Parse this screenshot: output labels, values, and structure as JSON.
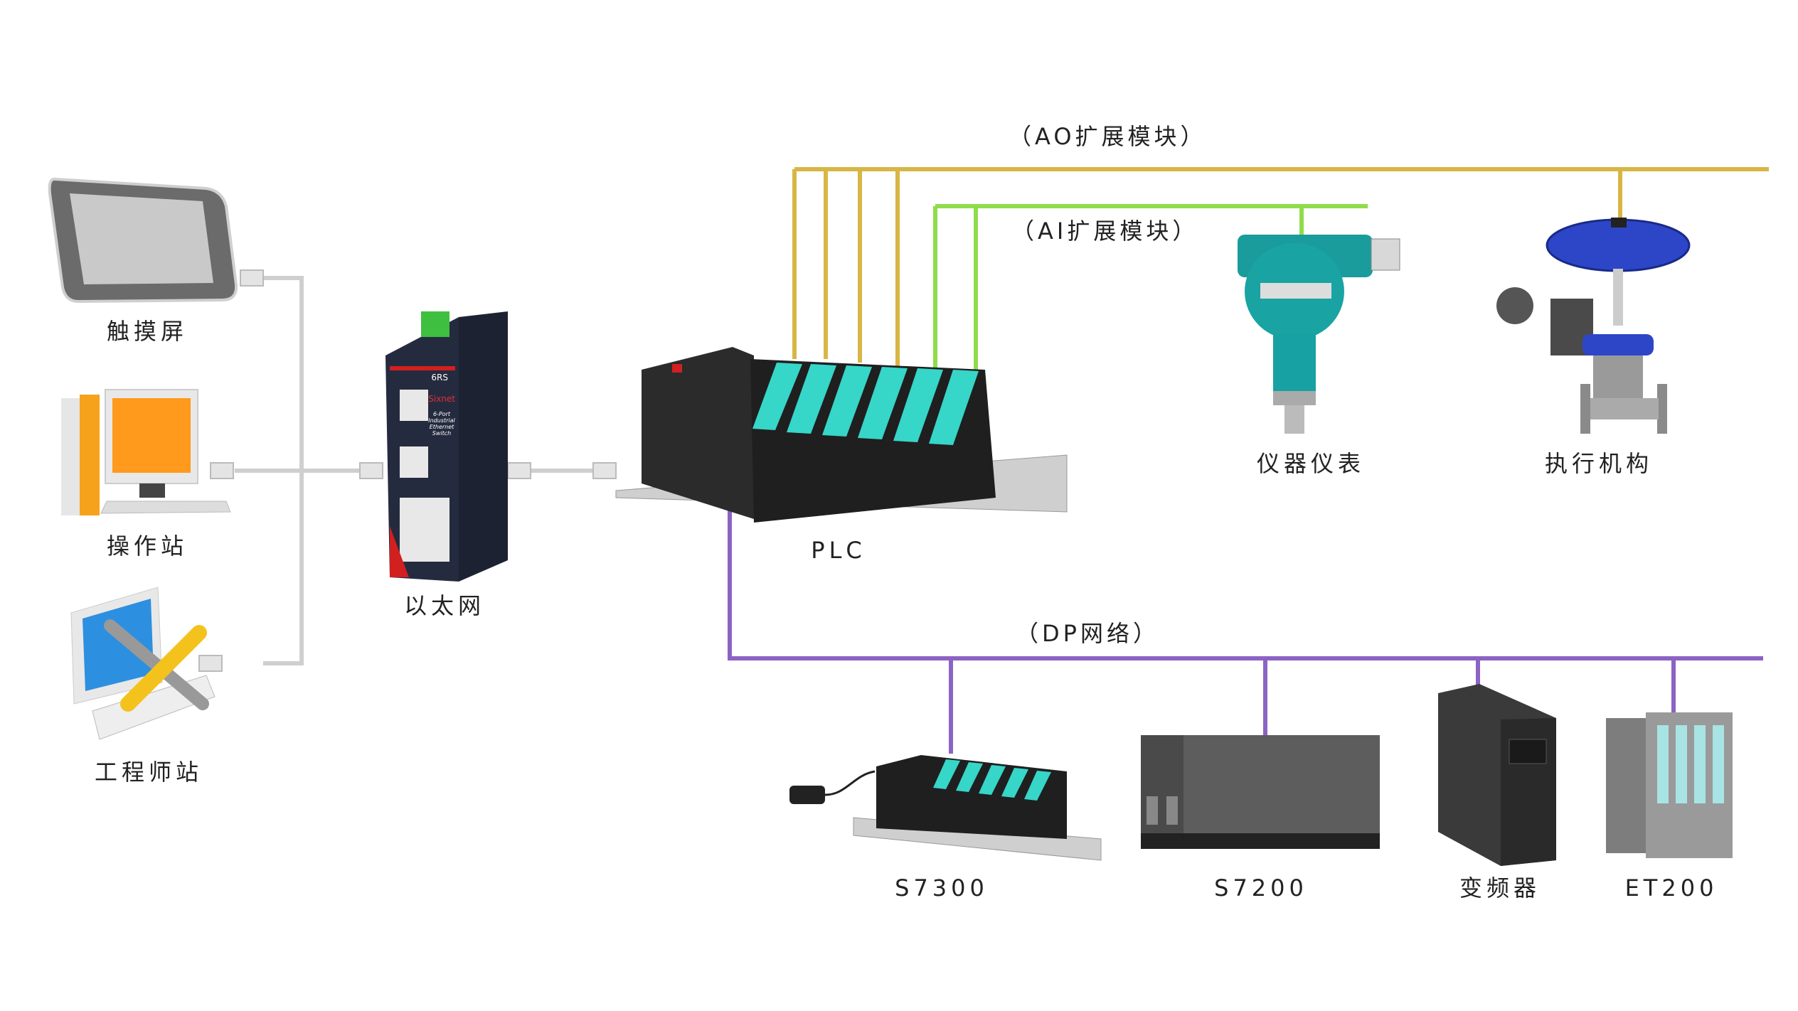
{
  "devices": {
    "touchscreen": "触摸屏",
    "operator_station": "操作站",
    "engineer_station": "工程师站",
    "ethernet_switch": "以太网",
    "plc": "PLC",
    "instrument": "仪器仪表",
    "actuator": "执行机构",
    "s7300": "S7300",
    "s7200": "S7200",
    "vfd": "变频器",
    "et200": "ET200"
  },
  "buses": {
    "ao": "（AO扩展模块）",
    "ai": "（AI扩展模块）",
    "dp": "（DP网络）"
  },
  "switch_panel": {
    "brand": "Sixnet",
    "model": "6RS",
    "desc": "6-Port Industrial Ethernet Switch"
  },
  "colors": {
    "ao": "#d8b645",
    "ai": "#8fdc4c",
    "dp": "#8c63c4",
    "ethernet": "#cfcfcf",
    "module": "#36d6c8"
  }
}
